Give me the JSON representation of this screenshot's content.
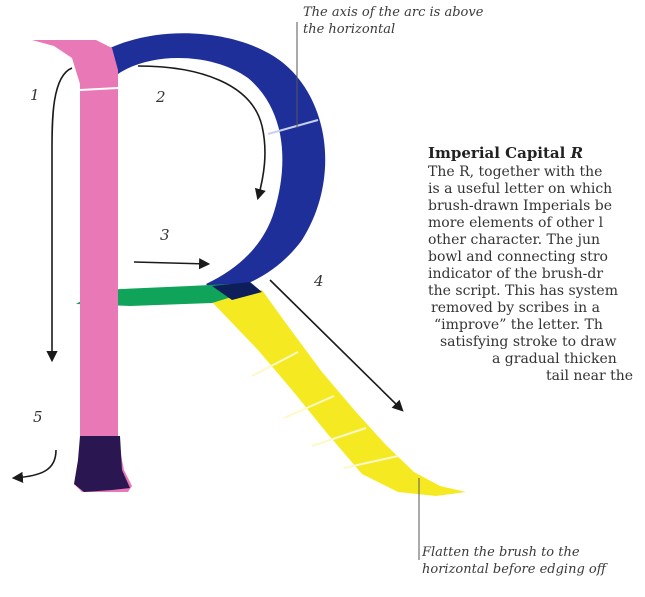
{
  "annotations": {
    "top_note_line1": "The axis of the arc is above",
    "top_note_line2": "the horizontal",
    "bottom_note_line1": "Flatten the brush to the",
    "bottom_note_line2": "horizontal before edging off"
  },
  "stroke_numbers": [
    "1",
    "2",
    "3",
    "4",
    "5"
  ],
  "heading": {
    "text": "Imperial Capital ",
    "letter": "R"
  },
  "body_lines": [
    "The R, together with the",
    "is a useful letter on which",
    "brush-drawn Imperials be",
    "more elements of other l",
    "other character. The jun",
    "bowl and connecting stro",
    "indicator of the brush-dr",
    "the script. This has system",
    "removed by scribes in a",
    "“improve” the letter. Th",
    "satisfying stroke to draw",
    "a gradual thicken",
    "tail near the"
  ],
  "colors": {
    "stroke_1_stem": "#e879b6",
    "stroke_2_bowl": "#1f2f9a",
    "stroke_3_junction": "#10a35a",
    "stroke_4_leg": "#f5ea22",
    "stroke_5_foot": "#2a1650",
    "arrow": "#1a1a1a"
  }
}
